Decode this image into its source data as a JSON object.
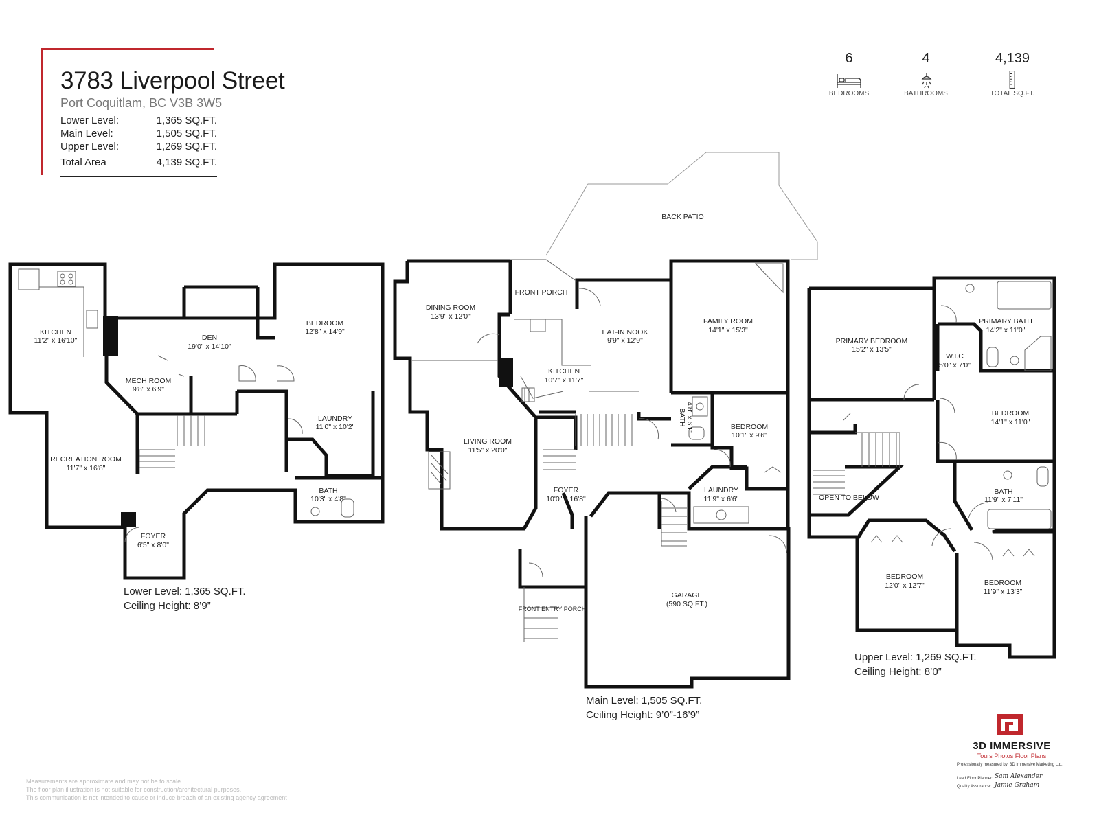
{
  "header": {
    "address": "3783 Liverpool Street",
    "city": "Port Coquitlam, BC V3B 3W5",
    "areas": [
      {
        "label": "Lower Level:",
        "value": "1,365 SQ.FT."
      },
      {
        "label": "Main Level:",
        "value": "1,505 SQ.FT."
      },
      {
        "label": "Upper Level:",
        "value": "1,269 SQ.FT."
      },
      {
        "label": "Total Area",
        "value": "4,139 SQ.FT."
      }
    ]
  },
  "stats": {
    "bedrooms": {
      "value": "6",
      "label": "BEDROOMS",
      "icon": "bed-icon"
    },
    "bathrooms": {
      "value": "4",
      "label": "BATHROOMS",
      "icon": "shower-icon"
    },
    "total": {
      "value": "4,139",
      "label": "TOTAL SQ.FT.",
      "icon": "ruler-icon"
    }
  },
  "plans": {
    "lower": {
      "caption_area": "Lower Level: 1,365 SQ.FT.",
      "caption_ceiling": "Ceiling Height: 8’9”",
      "rooms": [
        {
          "name": "KITCHEN",
          "dims": "11'2\" x 16'10\""
        },
        {
          "name": "DEN",
          "dims": "19'0\" x 14'10\""
        },
        {
          "name": "BEDROOM",
          "dims": "12'8\" x 14'9\""
        },
        {
          "name": "MECH ROOM",
          "dims": "9'8\" x 6'9\""
        },
        {
          "name": "LAUNDRY",
          "dims": "11'0\" x 10'2\""
        },
        {
          "name": "RECREATION ROOM",
          "dims": "11'7\" x 16'8\""
        },
        {
          "name": "BATH",
          "dims": "10'3\" x 4'8\""
        },
        {
          "name": "FOYER",
          "dims": "6'5\" x 8'0\""
        }
      ]
    },
    "main": {
      "caption_area": "Main Level: 1,505 SQ.FT.",
      "caption_ceiling": "Ceiling Height: 9’0”-16’9”",
      "rooms": [
        {
          "name": "BACK PATIO",
          "dims": ""
        },
        {
          "name": "DINING ROOM",
          "dims": "13'9\" x 12'0\""
        },
        {
          "name": "FRONT PORCH",
          "dims": ""
        },
        {
          "name": "EAT-IN NOOK",
          "dims": "9'9\" x 12'9\""
        },
        {
          "name": "FAMILY ROOM",
          "dims": "14'1\" x 15'3\""
        },
        {
          "name": "KITCHEN",
          "dims": "10'7\" x 11'7\""
        },
        {
          "name": "BATH",
          "dims": "4'8\" x 6'1\""
        },
        {
          "name": "BEDROOM",
          "dims": "10'1\" x 9'6\""
        },
        {
          "name": "LIVING ROOM",
          "dims": "11'5\" x 20'0\""
        },
        {
          "name": "FOYER",
          "dims": "10'0\" x 16'8\""
        },
        {
          "name": "LAUNDRY",
          "dims": "11'9\" x 6'6\""
        },
        {
          "name": "GARAGE",
          "dims": "(590 SQ.FT.)"
        },
        {
          "name": "FRONT ENTRY PORCH",
          "dims": ""
        }
      ]
    },
    "upper": {
      "caption_area": "Upper Level: 1,269 SQ.FT.",
      "caption_ceiling": "Ceiling Height: 8’0”",
      "rooms": [
        {
          "name": "PRIMARY BEDROOM",
          "dims": "15'2\" x 13'5\""
        },
        {
          "name": "PRIMARY BATH",
          "dims": "14'2\" x 11'0\""
        },
        {
          "name": "W.I.C",
          "dims": "5'0\" x 7'0\""
        },
        {
          "name": "BEDROOM",
          "dims": "14'1\" x 11'0\""
        },
        {
          "name": "OPEN TO BELOW",
          "dims": ""
        },
        {
          "name": "BATH",
          "dims": "11'9\" x 7'11\""
        },
        {
          "name": "BEDROOM",
          "dims": "12'0\" x 12'7\""
        },
        {
          "name": "BEDROOM",
          "dims": "11'9\" x 13'3\""
        }
      ]
    }
  },
  "footer": {
    "company": "3D IMMERSIVE",
    "tagline": "Tours  Photos  Floor Plans",
    "measured_by": "Professionally measured by: 3D Immersive Marketing Ltd.",
    "lead_label": "Lead Floor Planner:",
    "lead_sig": "Sam Alexander",
    "qa_label": "Quality Assurance:",
    "qa_sig": "Jamie Graham",
    "disclaimer": [
      "Measurements are approximate and may not be to scale.",
      "The floor plan illustration is not suitable for construction/architectural purposes.",
      "This communication is not intended to cause or induce breach of an existing agency agreement"
    ]
  },
  "colors": {
    "accent": "#c0272d",
    "wall": "#111111"
  }
}
